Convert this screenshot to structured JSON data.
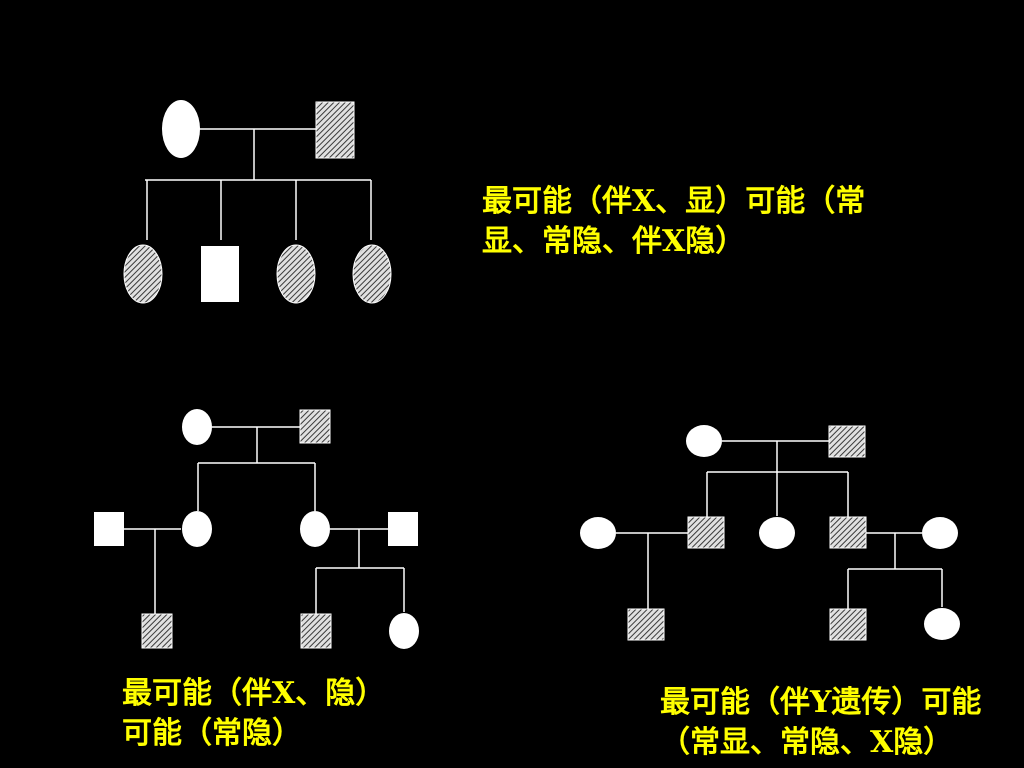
{
  "colors": {
    "background": "#000000",
    "caption": "#ffff00",
    "unaffected_fill": "#ffffff",
    "affected_pattern": "diagonal-hatch-gray",
    "line": "#ffffff"
  },
  "captions": {
    "pedigree1": {
      "line1": "最可能（伴X、显）可能（常",
      "line2": "显、常隐、伴X隐）"
    },
    "pedigree2": {
      "line1": "最可能（伴X、隐）",
      "line2": "可能（常隐）"
    },
    "pedigree3": {
      "line1": "最可能（伴Y遗传）可能",
      "line2": "（常显、常隐、X隐）"
    }
  }
}
